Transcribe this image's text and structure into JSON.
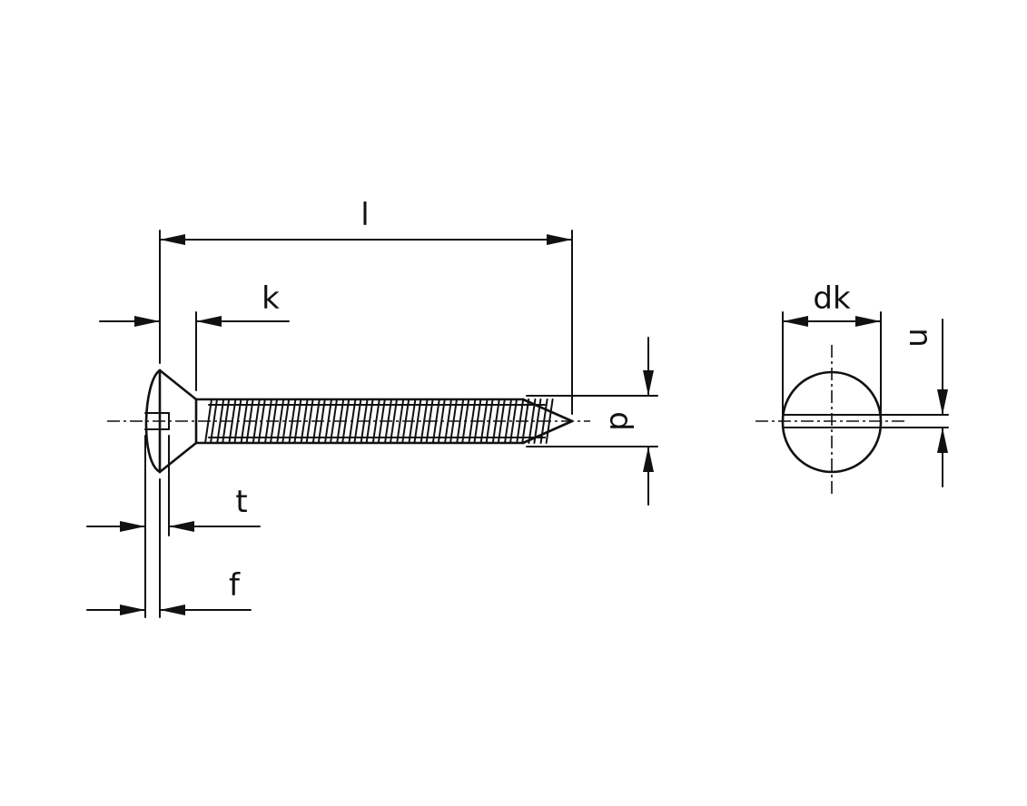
{
  "drawing": {
    "colors": {
      "line": "#111111",
      "background": "#ffffff"
    },
    "labels": {
      "length": "l",
      "head_height": "k",
      "slot_depth": "t",
      "raise_height": "f",
      "thread_diameter": "d",
      "head_diameter": "dk",
      "slot_width": "n"
    }
  }
}
